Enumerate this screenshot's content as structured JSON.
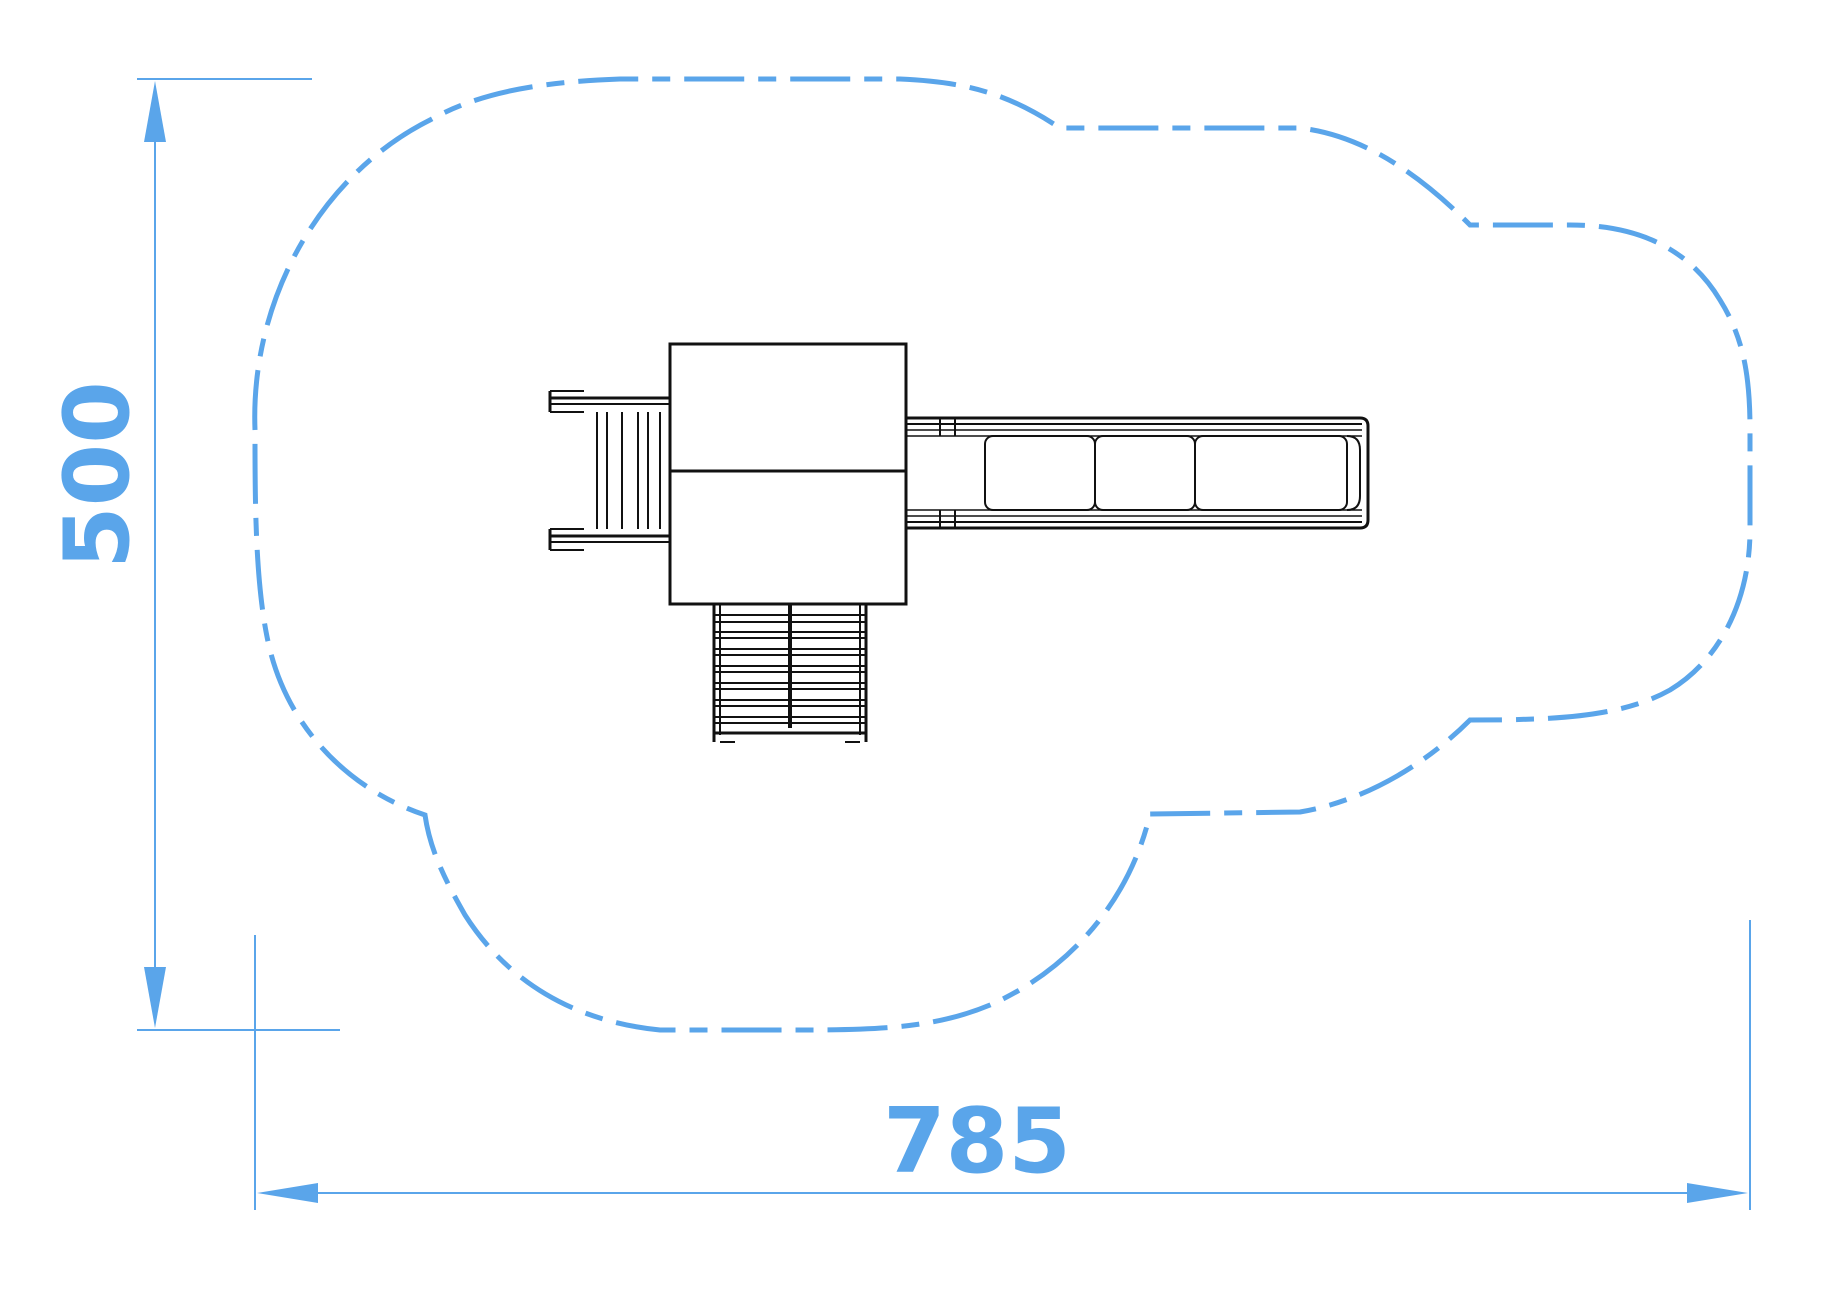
{
  "dimensions": {
    "height_label": "500",
    "width_label": "785"
  },
  "colors": {
    "dimension": "#5aa5ea",
    "outline": "#111111",
    "background": "#ffffff"
  },
  "elements": {
    "safety_zone": "dashed-boundary",
    "platform": "square-tower-platform",
    "slide": "straight-slide",
    "stairs": "step-ladder",
    "climbing_ladder": "rung-ladder"
  }
}
